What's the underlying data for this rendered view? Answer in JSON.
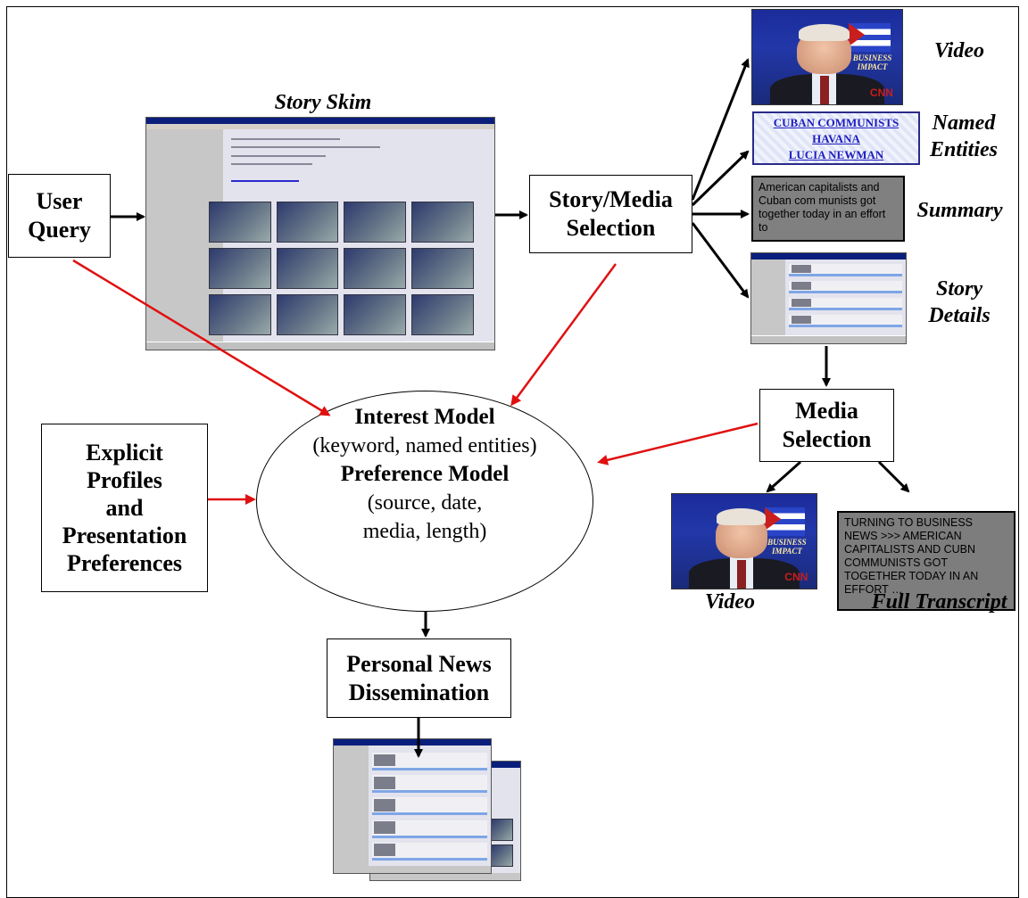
{
  "boxes": {
    "user_query": [
      "User",
      "Query"
    ],
    "story_media_selection": [
      "Story/Media",
      "Selection"
    ],
    "media_selection": [
      "Media",
      "Selection"
    ],
    "explicit_profiles": [
      "Explicit",
      "Profiles",
      "and",
      "Presentation",
      "Preferences"
    ],
    "personal_news": [
      "Personal News",
      "Dissemination"
    ]
  },
  "ellipse": {
    "interest_title": "Interest Model",
    "interest_detail": "(keyword, named entities)",
    "preference_title": "Preference Model",
    "preference_detail": [
      "(source, date,",
      "media, length)"
    ]
  },
  "labels": {
    "story_skim": "Story Skim",
    "video_top": "Video",
    "named_entities": [
      "Named",
      "Entities"
    ],
    "summary": "Summary",
    "story_details": [
      "Story",
      "Details"
    ],
    "video_bottom": "Video",
    "full_transcript": "Full Transcript"
  },
  "named_entities_list": [
    "CUBAN COMMUNISTS",
    "HAVANA",
    "LUCIA NEWMAN"
  ],
  "summary_text": "American capitalists and Cuban com munists got together today in an effort to",
  "transcript_text": "TURNING TO BUSINESS NEWS >>> AMERICAN CAPITALISTS AND CUBN COMMUNISTS GOT TOGETHER TODAY IN AN EFFORT …",
  "colors": {
    "black_arrow": "#000000",
    "red_arrow": "#e01010",
    "link_blue": "#1c1cbf"
  },
  "icons": [
    "tv-news-frame-icon",
    "window-screenshot-icon"
  ]
}
